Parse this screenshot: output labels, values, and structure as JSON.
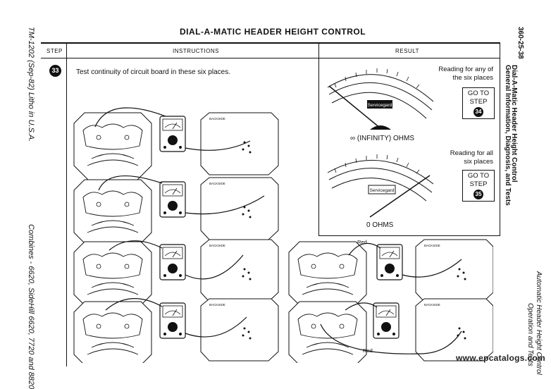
{
  "margin_left": "TM-1202 (Sep-82) Litho in U.S.A.",
  "margin_left_bottom": "Combines - 6620, SideHill 6620, 7720 and 8820",
  "margin_right_top": "360-25-38",
  "margin_right_sub": "General Information, Diagnosis, and Tests",
  "margin_right_title": "Dial-A-Matic Header Height Control",
  "margin_right_bottom1": "Automatic Header Height Control",
  "margin_right_bottom2": "Operation and Tests",
  "title": "DIAL-A-MATIC HEADER HEIGHT CONTROL",
  "columns": {
    "step": "STEP",
    "instructions": "INSTRUCTIONS",
    "result": "RESULT"
  },
  "step": {
    "number": "33",
    "instruction": "Test continuity of circuit board in these six places."
  },
  "results": [
    {
      "note_line1": "Reading for any of",
      "note_line2": "the six places",
      "goto_line1": "GO TO",
      "goto_line2": "STEP",
      "goto_step": "34",
      "reading": "∞ (INFINITY) OHMS"
    },
    {
      "note_line1": "Reading for all",
      "note_line2": "six places",
      "goto_line1": "GO TO",
      "goto_line2": "STEP",
      "goto_step": "35",
      "reading": "0 OHMS"
    }
  ],
  "meter_brand": "Servicegard",
  "backside_label": "BACKSIDE",
  "wire_labels": [
    "Red",
    "Red"
  ],
  "watermark": "www.epcatalogs.com"
}
